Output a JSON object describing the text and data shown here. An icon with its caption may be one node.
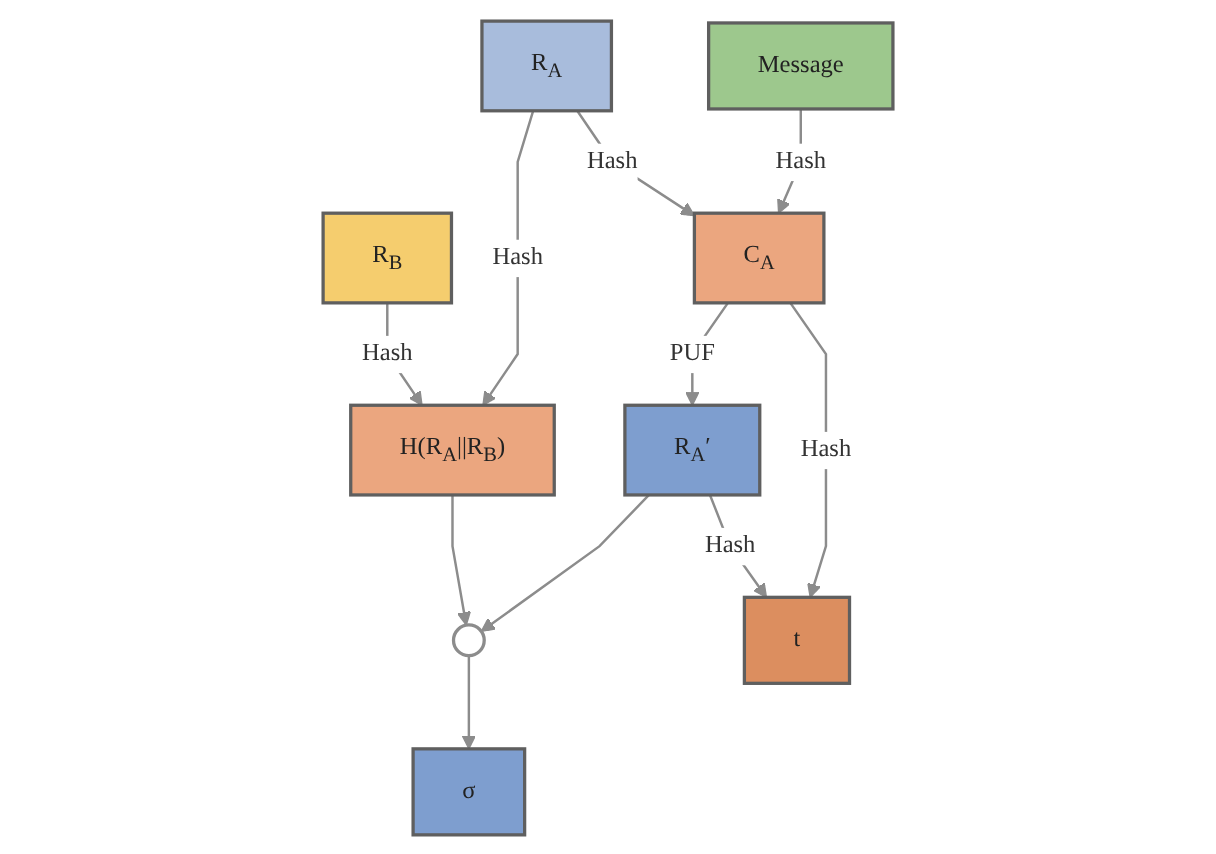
{
  "diagram": {
    "nodes": [
      {
        "text": [
          "Message"
        ]
      },
      {
        "text": [
          "R$_{A}$"
        ]
      },
      {
        "text": [
          "R$_{B}$"
        ]
      },
      {
        "text": [
          "C$_{A}$"
        ]
      },
      {
        "text": [
          "H(R$_{A}$||R$_{B}$)"
        ]
      },
      {
        "text": [
          "R$_{A}$′"
        ]
      },
      {
        "text": [],
        "shape": "circle"
      },
      {
        "text": [
          "t"
        ]
      },
      {
        "text": [
          "σ"
        ]
      }
    ],
    "edges": [
      {
        "from": 0,
        "to": 3,
        "arrow": "to",
        "label": "Hash"
      },
      {
        "from": 1,
        "to": 3,
        "arrow": "to",
        "label": "Hash"
      },
      {
        "from": 1,
        "to": 4,
        "arrow": "to",
        "label": "Hash"
      },
      {
        "from": 2,
        "to": 4,
        "arrow": "to",
        "label": "Hash"
      },
      {
        "from": 3,
        "to": 5,
        "arrow": "to",
        "label": "PUF"
      },
      {
        "from": 5,
        "to": 6,
        "arrow": "to"
      },
      {
        "from": 4,
        "to": 6,
        "arrow": "to"
      },
      {
        "from": 6,
        "to": 8,
        "arrow": "to"
      },
      {
        "from": 3,
        "to": 7,
        "arrow": "to",
        "label": "Hash"
      },
      {
        "from": 5,
        "to": 7,
        "arrow": "to",
        "label": "Hash"
      }
    ]
  }
}
